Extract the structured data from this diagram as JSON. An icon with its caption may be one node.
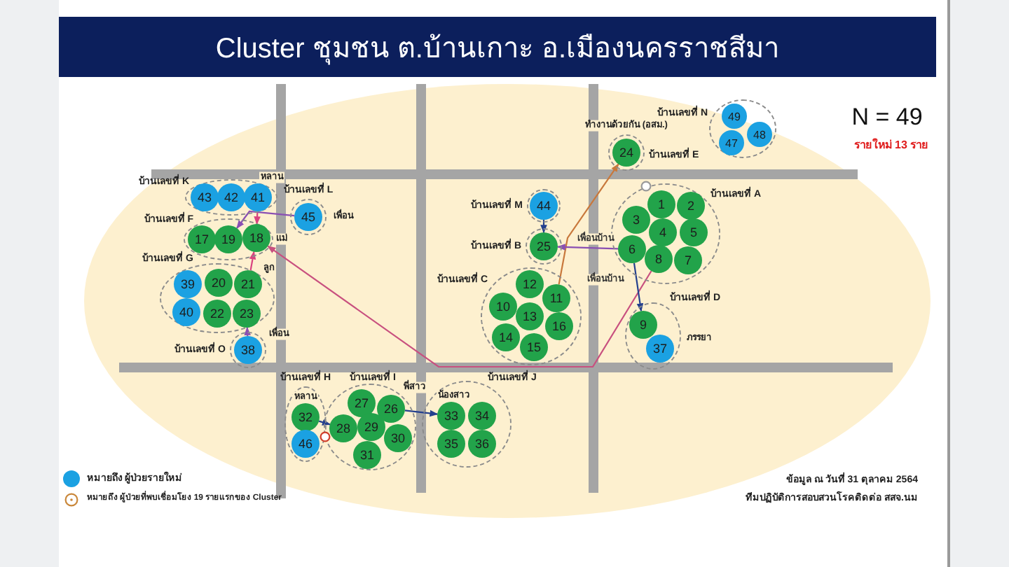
{
  "diagram": {
    "title": "Cluster ชุมชน ต.บ้านเกาะ อ.เมืองนครราชสีมา",
    "nodes": [
      {
        "text": [
          "บ้านเลขที่ K"
        ]
      },
      {
        "text": [
          "43"
        ],
        "in": 0
      },
      {
        "text": [
          "42"
        ],
        "in": 0
      },
      {
        "text": [
          "41"
        ],
        "in": 0,
        "beside": [
          "หลาน"
        ]
      },
      {
        "text": [
          "บ้านเลขที่ L"
        ]
      },
      {
        "text": [
          "45"
        ],
        "in": 4,
        "beside": [
          "เพื่อน"
        ]
      },
      {
        "text": [
          "บ้านเลขที่ F"
        ]
      },
      {
        "text": [
          "17"
        ],
        "in": 6
      },
      {
        "text": [
          "19"
        ],
        "in": 6
      },
      {
        "text": [
          "18"
        ],
        "in": 6,
        "beside": [
          "แม่"
        ]
      },
      {
        "text": [
          "บ้านเลขที่ G"
        ]
      },
      {
        "text": [
          "39"
        ],
        "in": 10
      },
      {
        "text": [
          "20"
        ],
        "in": 10
      },
      {
        "text": [
          "21"
        ],
        "in": 10,
        "beside": [
          "ลูก"
        ]
      },
      {
        "text": [
          "40"
        ],
        "in": 10
      },
      {
        "text": [
          "22"
        ],
        "in": 10
      },
      {
        "text": [
          "23"
        ],
        "in": 10
      },
      {
        "text": [
          "บ้านเลขที่ O"
        ]
      },
      {
        "text": [
          "38"
        ],
        "in": 17,
        "beside": [
          "เพื่อน"
        ]
      },
      {
        "text": [
          "บ้านเลขที่ N"
        ]
      },
      {
        "text": [
          "49"
        ],
        "in": 19
      },
      {
        "text": [
          "48"
        ],
        "in": 19
      },
      {
        "text": [
          "47"
        ],
        "in": 19
      },
      {
        "text": [
          "บ้านเลขที่ E"
        ]
      },
      {
        "text": [
          "24"
        ],
        "in": 23,
        "beside": [
          "ทำงานด้วยกัน (อสม.)"
        ]
      },
      {
        "text": [
          "บ้านเลขที่ M"
        ]
      },
      {
        "text": [
          "44"
        ],
        "in": 25
      },
      {
        "text": [
          "บ้านเลขที่ B"
        ]
      },
      {
        "text": [
          "25"
        ],
        "in": 27
      },
      {
        "text": [
          "บ้านเลขที่ A"
        ]
      },
      {
        "text": [
          "1"
        ],
        "in": 29
      },
      {
        "text": [
          "2"
        ],
        "in": 29
      },
      {
        "text": [
          "3"
        ],
        "in": 29
      },
      {
        "text": [
          "4"
        ],
        "in": 29
      },
      {
        "text": [
          "5"
        ],
        "in": 29
      },
      {
        "text": [
          "6"
        ],
        "in": 29
      },
      {
        "text": [
          "8"
        ],
        "in": 29
      },
      {
        "text": [
          "7"
        ],
        "in": 29
      },
      {
        "text": [
          "บ้านเลขที่ C"
        ]
      },
      {
        "text": [
          "12"
        ],
        "in": 38
      },
      {
        "text": [
          "11"
        ],
        "in": 38
      },
      {
        "text": [
          "10"
        ],
        "in": 38
      },
      {
        "text": [
          "13"
        ],
        "in": 38
      },
      {
        "text": [
          "16"
        ],
        "in": 38
      },
      {
        "text": [
          "14"
        ],
        "in": 38
      },
      {
        "text": [
          "15"
        ],
        "in": 38
      },
      {
        "text": [
          "บ้านเลขที่ D"
        ]
      },
      {
        "text": [
          "9"
        ],
        "in": 46
      },
      {
        "text": [
          "37"
        ],
        "in": 46,
        "beside": [
          "ภรรยา"
        ]
      },
      {
        "text": [
          "บ้านเลขที่ H"
        ]
      },
      {
        "text": [
          "32"
        ],
        "in": 49,
        "beside": [
          "หลาน"
        ]
      },
      {
        "text": [
          "46"
        ],
        "in": 49
      },
      {
        "text": [
          "บ้านเลขที่ I"
        ]
      },
      {
        "text": [
          "27"
        ],
        "in": 52
      },
      {
        "text": [
          "26"
        ],
        "in": 52,
        "beside": [
          "พี่สาว"
        ]
      },
      {
        "text": [
          "28"
        ],
        "in": 52
      },
      {
        "text": [
          "29"
        ],
        "in": 52
      },
      {
        "text": [
          "30"
        ],
        "in": 52
      },
      {
        "text": [
          "31"
        ],
        "in": 52
      },
      {
        "text": [
          "บ้านเลขที่ J"
        ]
      },
      {
        "text": [
          "33"
        ],
        "in": 59,
        "beside": [
          "น้องสาว"
        ]
      },
      {
        "text": [
          "34"
        ],
        "in": 59
      },
      {
        "text": [
          "35"
        ],
        "in": 59
      },
      {
        "text": [
          "36"
        ],
        "in": 59
      }
    ],
    "edges": [
      {
        "from": 3,
        "to": 9,
        "arrow": "to",
        "color": "#d9437f"
      },
      {
        "from": 5,
        "to": 8,
        "arrow": "to",
        "color": "#8a4fb3"
      },
      {
        "from": 13,
        "to": 9,
        "arrow": "to",
        "color": "#d9437f"
      },
      {
        "from": 18,
        "to": 16,
        "arrow": "to",
        "color": "#8a4fb3"
      },
      {
        "from": 36,
        "to": 9,
        "arrow": "to",
        "color": "#c8507f"
      },
      {
        "from": 40,
        "to": 24,
        "arrow": "to",
        "color": "#c8783c"
      },
      {
        "from": 26,
        "to": 28,
        "arrow": "to"
      },
      {
        "from": 35,
        "to": 28,
        "arrow": "to",
        "label": "เพื่อนบ้าน",
        "color": "#8a4fb3"
      },
      {
        "from": 35,
        "to": 47,
        "arrow": "to",
        "label": "เพื่อนบ้าน"
      },
      {
        "from": 50,
        "to": 55,
        "arrow": "to"
      },
      {
        "from": 54,
        "to": 60,
        "arrow": "to"
      }
    ],
    "labels": [
      "N = 49",
      "รายใหม่ 13 ราย",
      "ข้อมูล ณ วันที่ 31 ตุลาคม 2564",
      "ทีมปฏิบัติการสอบสวนโรคติดต่อ สสจ.นม"
    ],
    "legend": [
      {
        "text": "หมายถึง ผู้ป่วยรายใหม่",
        "color": "#1ba1e2"
      },
      {
        "text": "หมายถึง ผู้ป่วยที่พบเชื่อมโยง 19 รายแรกของ Cluster"
      }
    ]
  }
}
